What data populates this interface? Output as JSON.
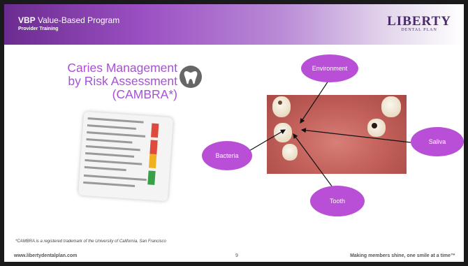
{
  "header": {
    "title_bold": "VBP",
    "title_rest": " Value-Based Program",
    "subtitle": "Provider Training",
    "logo_main": "LIBERTY",
    "logo_sub": "DENTAL PLAN"
  },
  "slide": {
    "headline_line1": "Caries Management",
    "headline_line2": "by Risk Assessment",
    "headline_line3": "(CAMBRA*)",
    "factors": {
      "environment": "Environment",
      "saliva": "Saliva",
      "bacteria": "Bacteria",
      "tooth": "Tooth"
    },
    "footnote": "*CAMBRA is a registered trademark of the University of California, San Francisco"
  },
  "footer": {
    "website": "www.libertydentalplan.com",
    "page_number": "9",
    "tagline": "Making members shine, one smile at a time™"
  },
  "colors": {
    "accent_purple": "#a74fd6",
    "oval_fill": "#b84fd6",
    "header_purple": "#6b2c8f"
  }
}
